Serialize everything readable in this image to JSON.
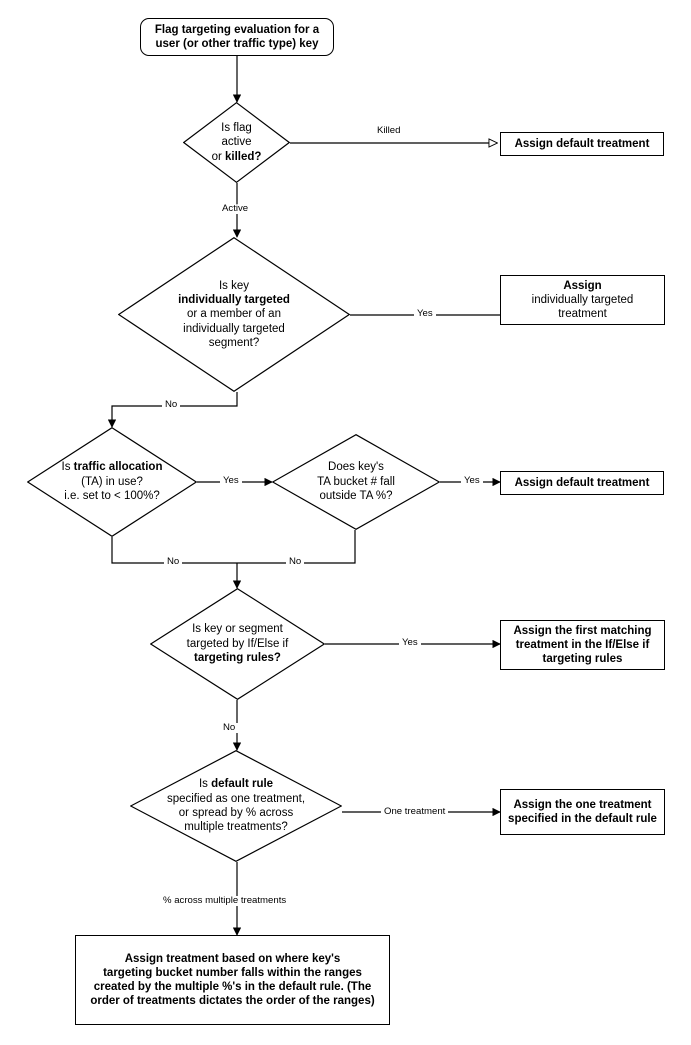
{
  "diagram": {
    "title": "Flag targeting evaluation flowchart",
    "colors": {
      "stroke": "#000000",
      "fill": "#ffffff",
      "text": "#000000",
      "background": "#ffffff"
    }
  },
  "nodes": {
    "start": {
      "shape": "rounded-rectangle",
      "text": "Flag targeting evaluation for a user (or other traffic type) key",
      "lines": [
        "Flag targeting evaluation for a",
        "user (or other traffic type) key"
      ]
    },
    "d1_flag_active": {
      "shape": "diamond",
      "text": "Is flag active or killed?",
      "lines": [
        {
          "text": "Is flag",
          "bold": false
        },
        {
          "text": "active",
          "bold": false
        },
        {
          "text": "or ",
          "bold": false,
          "bold_tail": "killed?"
        }
      ]
    },
    "r1_assign_default": {
      "shape": "rectangle",
      "text": "Assign default treatment",
      "lines": [
        "Assign default treatment"
      ]
    },
    "d2_individually_targeted": {
      "shape": "diamond",
      "text": "Is key individually targeted or a member of an individually targeted segment?",
      "lines": [
        {
          "text": "Is key",
          "bold": false
        },
        {
          "text": "individually targeted",
          "bold": true
        },
        {
          "text": "or a member of an",
          "bold": false
        },
        {
          "text": "individually targeted",
          "bold": false
        },
        {
          "text": "segment?",
          "bold": false
        }
      ]
    },
    "r2_assign_individual": {
      "shape": "rectangle",
      "text": "Assign individually targeted treatment",
      "lines": [
        {
          "text": "Assign",
          "bold": true
        },
        {
          "text": "individually targeted",
          "bold": false
        },
        {
          "text": "treatment",
          "bold": false
        }
      ]
    },
    "d3_traffic_allocation": {
      "shape": "diamond",
      "text": "Is traffic allocation (TA) in use? i.e. set to < 100%?",
      "lines": [
        {
          "text": "Is ",
          "bold": false,
          "bold_tail": "traffic allocation"
        },
        {
          "text": "(TA) in use?",
          "bold": false
        },
        {
          "text": "i.e. set to < 100%?",
          "bold": false
        }
      ]
    },
    "d4_ta_bucket": {
      "shape": "diamond",
      "text": "Does key's TA bucket # fall outside TA %?",
      "lines": [
        {
          "text": "Does key's",
          "bold": false
        },
        {
          "text": "TA bucket # fall",
          "bold": false
        },
        {
          "text": "outside TA %?",
          "bold": false
        }
      ]
    },
    "r3_assign_default": {
      "shape": "rectangle",
      "text": "Assign default treatment",
      "lines": [
        "Assign default treatment"
      ]
    },
    "d5_ifelse_rules": {
      "shape": "diamond",
      "text": "Is key or segment targeted by If/Else if targeting rules?",
      "lines": [
        {
          "text": "Is key or segment",
          "bold": false
        },
        {
          "text": "targeted by If/Else if",
          "bold": false
        },
        {
          "text": "targeting rules?",
          "bold": true
        }
      ]
    },
    "r4_assign_first_matching": {
      "shape": "rectangle",
      "text": "Assign the first matching treatment in the If/Else if targeting rules",
      "lines": [
        "Assign the first matching",
        "treatment in the If/Else if",
        "targeting rules"
      ]
    },
    "d6_default_rule": {
      "shape": "diamond",
      "text": "Is default rule specified as one treatment, or spread by % across multiple treatments?",
      "lines": [
        {
          "text": "Is ",
          "bold": false,
          "bold_tail": "default rule"
        },
        {
          "text": "specified as one treatment,",
          "bold": false
        },
        {
          "text": "or spread by % across",
          "bold": false
        },
        {
          "text": "multiple treatments?",
          "bold": false
        }
      ]
    },
    "r5_assign_one": {
      "shape": "rectangle",
      "text": "Assign the one treatment specified in the default rule",
      "lines": [
        "Assign the one treatment",
        "specified in the default rule"
      ]
    },
    "r6_assign_by_range": {
      "shape": "rectangle",
      "text": "Assign treatment based on where key's targeting bucket number falls within the ranges created by the multiple %'s in the default rule. (The order of treatments dictates the order of the ranges)",
      "lines": [
        "Assign treatment based on where key's",
        "targeting bucket number falls within the ranges",
        "created by the multiple %'s in the default rule. (The",
        "order of treatments dictates the order of the ranges)"
      ]
    }
  },
  "edge_labels": {
    "killed": "Killed",
    "active": "Active",
    "yes_individual": "Yes",
    "no_individual": "No",
    "yes_ta": "Yes",
    "no_ta": "No",
    "yes_bucket": "Yes",
    "no_bucket": "No",
    "yes_ifelse": "Yes",
    "no_ifelse": "No",
    "one_treatment": "One treatment",
    "pct_multiple": "% across multiple treatments"
  }
}
